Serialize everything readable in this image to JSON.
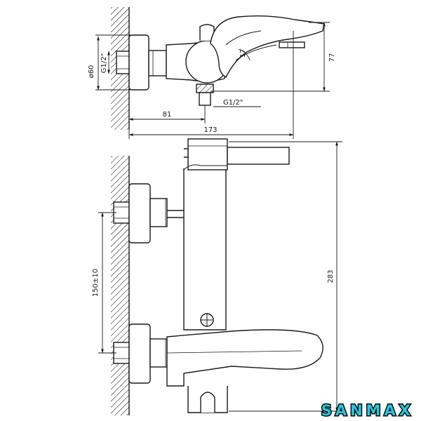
{
  "brand": {
    "logo_text": "SANMAX"
  },
  "labels": {
    "top_view": {
      "diameter": "ø60",
      "thread_inlet": "G1/2\"",
      "thread_outlet": "G1/2\"",
      "depth": "81",
      "total_length": "173",
      "height": "77",
      "angle": "17"
    },
    "front_view": {
      "inlet_spacing": "150±10",
      "total_height": "283"
    }
  },
  "colors": {
    "line": "#1a1a1a",
    "hatch": "#1a1a1a",
    "brand": "#25c7de"
  }
}
